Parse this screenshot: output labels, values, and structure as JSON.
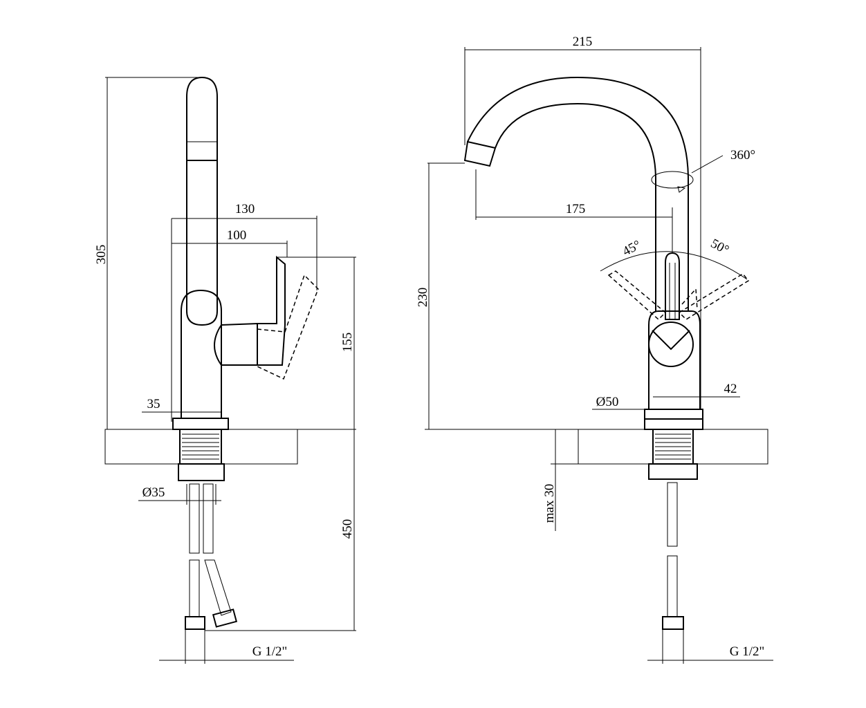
{
  "side_view": {
    "height_total": "305",
    "reach_outer": "130",
    "reach_inner": "100",
    "handle_height": "155",
    "base_width": "35",
    "shank_diameter": "Ø35",
    "hose_length": "450",
    "hose_thread": "G 1/2\""
  },
  "front_view": {
    "spout_span": "215",
    "rotation": "360°",
    "spout_reach": "175",
    "height_to_outlet": "230",
    "lever_left": "45°",
    "lever_right": "50°",
    "body_width": "42",
    "base_diameter": "Ø50",
    "counter_thickness": "max 30",
    "hose_thread": "G 1/2\""
  }
}
